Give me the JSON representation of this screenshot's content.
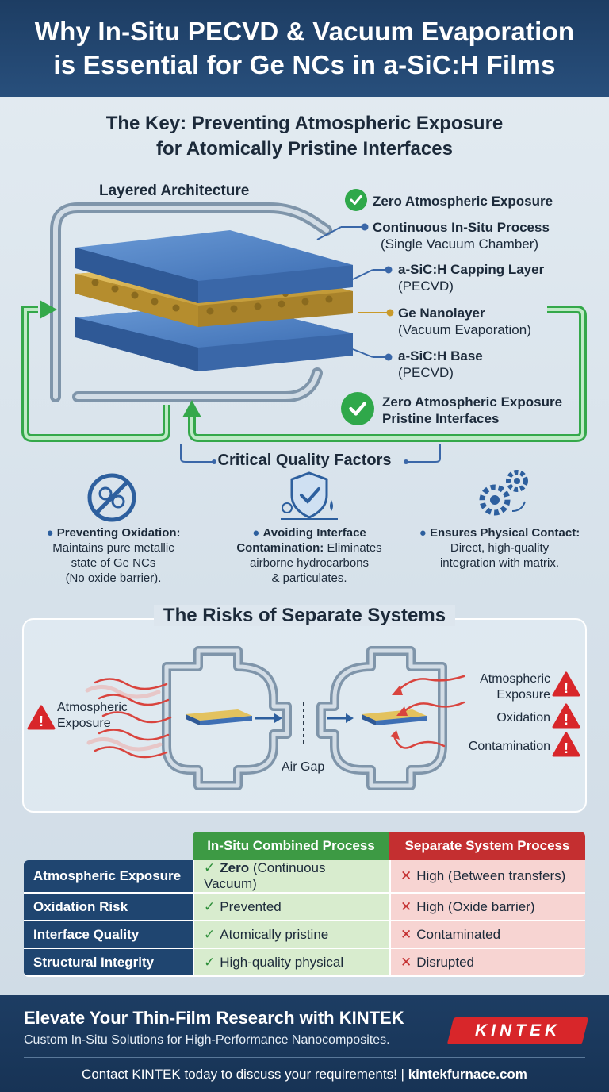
{
  "header": {
    "title_line1": "Why In-Situ PECVD & Vacuum Evaporation",
    "title_line2": "is Essential for Ge NCs in a-SiC:H Films"
  },
  "subtitle": {
    "line1": "The Key: Preventing Atmospheric Exposure",
    "line2": "for Atomically Pristine Interfaces"
  },
  "architecture": {
    "title": "Layered Architecture",
    "zero_exposure": "Zero Atmospheric Exposure",
    "process_title": "Continuous In-Situ Process",
    "process_sub": "(Single Vacuum Chamber)",
    "capping_title": "a-SiC:H Capping Layer",
    "capping_sub": "(PECVD)",
    "ge_title": "Ge Nanolayer",
    "ge_sub": "(Vacuum Evaporation)",
    "base_title": "a-SiC:H Base",
    "base_sub": "(PECVD)",
    "bottom_line1": "Zero Atmospheric Exposure",
    "bottom_line2": "Pristine Interfaces"
  },
  "factors": {
    "title": "Critical Quality Factors",
    "items": [
      {
        "bold": "Preventing Oxidation:",
        "line2": "Maintains pure metallic",
        "line3": "state of Ge NCs",
        "line4": "(No oxide barrier)."
      },
      {
        "bold": "Avoiding Interface",
        "bold2": "Contamination:",
        "rest2": " Eliminates",
        "line3": "airborne hydrocarbons",
        "line4": "& particulates."
      },
      {
        "bold": "Ensures Physical Contact:",
        "line2": "Direct, high-quality",
        "line3": "integration with matrix."
      }
    ]
  },
  "risks": {
    "title": "The Risks of Separate Systems",
    "left_label_1": "Atmospheric",
    "left_label_2": "Exposure",
    "air_gap": "Air Gap",
    "right_labels": [
      "Atmospheric",
      "Exposure",
      "Oxidation",
      "Contamination"
    ]
  },
  "table": {
    "col_in": "In-Situ Combined Process",
    "col_sep": "Separate System Process",
    "rows": [
      {
        "label": "Atmospheric Exposure",
        "in_bold": "Zero",
        "in_rest": " (Continuous Vacuum)",
        "sep": "High (Between transfers)"
      },
      {
        "label": "Oxidation Risk",
        "in_bold": "",
        "in_rest": "Prevented",
        "sep": "High (Oxide barrier)"
      },
      {
        "label": "Interface Quality",
        "in_bold": "",
        "in_rest": "Atomically pristine",
        "sep": "Contaminated"
      },
      {
        "label": "Structural Integrity",
        "in_bold": "",
        "in_rest": "High-quality physical",
        "sep": "Disrupted"
      }
    ]
  },
  "footer": {
    "headline": "Elevate Your Thin-Film Research with KINTEK",
    "tagline": "Custom In-Situ Solutions for High-Performance Nanocomposites.",
    "brand": "KINTEK",
    "contact": "Contact KINTEK today to discuss your requirements! | ",
    "website": "kintekfurnace.com"
  },
  "colors": {
    "navy": "#1f4570",
    "green": "#3d9a44",
    "red": "#c42f30",
    "layer_blue": "#4d7fc4",
    "ge_gold": "#d4b04a"
  }
}
